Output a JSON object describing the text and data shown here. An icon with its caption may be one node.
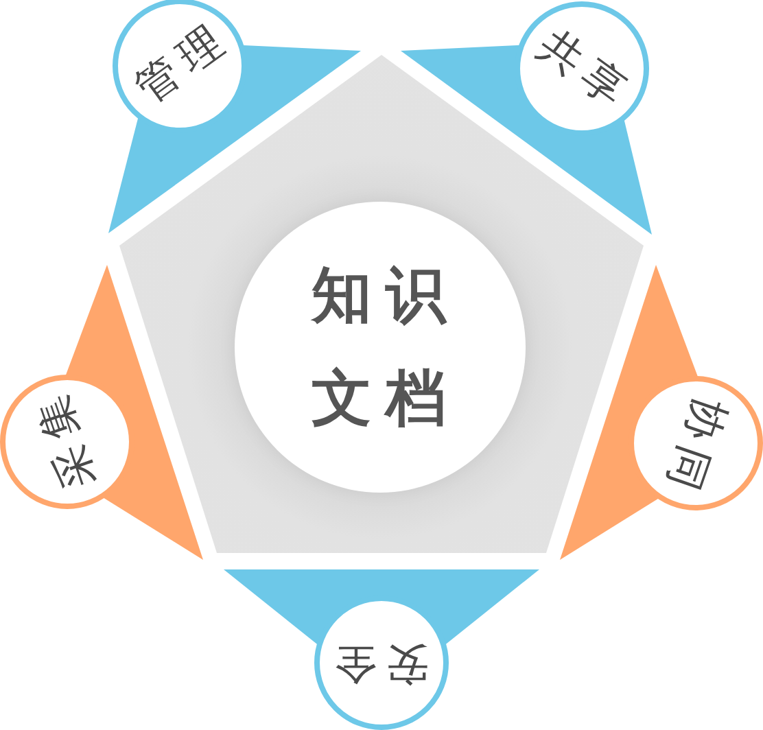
{
  "diagram": {
    "nodes": [
      {
        "text": [],
        "shape": "pentagon"
      },
      {
        "text": [
          "知识文档"
        ],
        "in": 0
      },
      {
        "text": [
          "管理"
        ]
      },
      {
        "text": [
          "共享"
        ]
      },
      {
        "text": [
          "采集"
        ]
      },
      {
        "text": [
          "协同"
        ]
      },
      {
        "text": [
          "安全"
        ]
      }
    ]
  }
}
